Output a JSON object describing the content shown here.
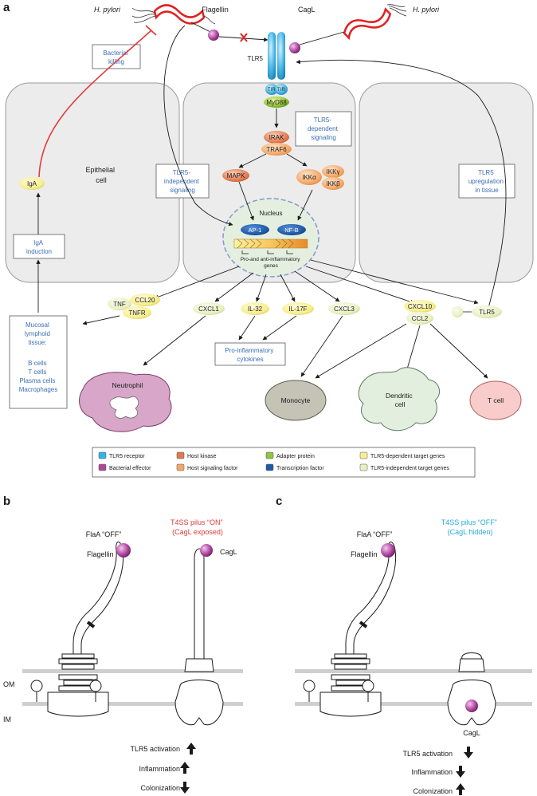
{
  "panel_labels": {
    "a": "a",
    "b": "b",
    "c": "c"
  },
  "panel_a": {
    "bacterium_left": "H. pylori",
    "bacterium_right": "H. pylori",
    "flagellin": "Flagellin",
    "cagl": "CagL",
    "tlr5": "TLR5",
    "tir": "TIR",
    "myd88": "MyD88",
    "bacterial_killing": [
      "Bacterial",
      "killing"
    ],
    "tlr5_dependent": [
      "TLR5-",
      "dependent",
      "signaling"
    ],
    "tlr5_independent": [
      "TLR5-",
      "independent",
      "signaling"
    ],
    "tlr5_upregulation": [
      "TLR5",
      "upregulation",
      "in tissue"
    ],
    "epithelial_cell": [
      "Epithelial",
      "cell"
    ],
    "iga": "IgA",
    "iga_induction": [
      "IgA",
      "induction"
    ],
    "irak": "IRAK",
    "traf6": "TRAF6",
    "mapk": "MAPK",
    "ikka": "IKKα",
    "ikkg": "IKKγ",
    "ikkb": "IKKβ",
    "nucleus": "Nucleus",
    "ap1": "AP-1",
    "nfkb": "NF-B",
    "genes": [
      "Pro-and anti-inflammatory",
      "genes"
    ],
    "tnf": "TNF",
    "ccl20": "CCL20",
    "tnfr": "TNFR",
    "cxcl1": "CXCL1",
    "il32": "IL-32",
    "il17f": "IL-17F",
    "cxcl3": "CXCL3",
    "cxcl10": "CXCL10",
    "ccl2": "CCL2",
    "tlr5_tcell": "TLR5",
    "mucosal": [
      "Mucosal",
      "lymphoid",
      "tissue:",
      "",
      "B cells",
      "T cells",
      "Plasma cells",
      "Macrophages"
    ],
    "proinflam": [
      "Pro-inflammatory",
      "cytokines"
    ],
    "neutrophil": "Neutrophil",
    "monocyte": "Monocyte",
    "dendritic": [
      "Dendritic",
      "cell"
    ],
    "tcell": "T cell"
  },
  "legend": {
    "items": [
      {
        "label": "TLR5 receptor",
        "color": "#35b3e6"
      },
      {
        "label": "Host kinase",
        "color": "#e07a52"
      },
      {
        "label": "Adapter protein",
        "color": "#8dc63f"
      },
      {
        "label": "TLR5-dependent target genes",
        "color": "#f7ee8f"
      },
      {
        "label": "Bacterial effector",
        "color": "#b0469a"
      },
      {
        "label": "Host signaling factor",
        "color": "#f5a766"
      },
      {
        "label": "Transcription factor",
        "color": "#1e5aa8"
      },
      {
        "label": "TLR5-independent target genes",
        "color": "#e9f0c2"
      }
    ]
  },
  "panel_b": {
    "flaa": "FlaA “OFF”",
    "t4ss": [
      "T4SS pilus “ON”",
      "(CagL exposed)"
    ],
    "flagellin": "Flagellin",
    "cagl": "CagL",
    "om": "OM",
    "im": "IM",
    "outcomes": [
      "TLR5 activation",
      "Inflammation",
      "Colonization"
    ]
  },
  "panel_c": {
    "flaa": "FlaA “OFF”",
    "t4ss": [
      "T4SS pilus “OFF”",
      "(CagL hidden)"
    ],
    "flagellin": "Flagellin",
    "cagl": "CagL",
    "outcomes": [
      "TLR5 activation",
      "Inflammation",
      "Colonization"
    ]
  },
  "colors": {
    "t4ss_on": "#e03a3a",
    "t4ss_off": "#2aa9e0",
    "callout_text": "#3b6fb6",
    "inhibit_line": "#e23b3b",
    "cell_fill": "#ececec",
    "nucleus_fill": "#e4efe0"
  }
}
